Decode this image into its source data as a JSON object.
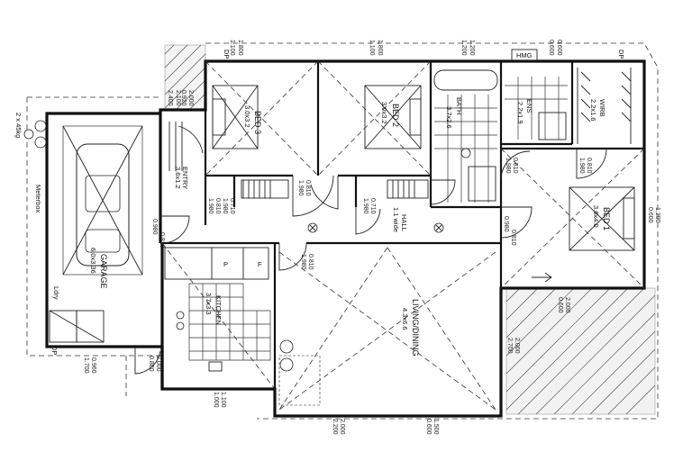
{
  "rooms": {
    "bed3": {
      "name": "BED 3",
      "size": "3.0x3.2"
    },
    "bed2": {
      "name": "BED 2",
      "size": "3.0x3.2"
    },
    "bath": {
      "name": "BATH",
      "size": "3.7x2.6"
    },
    "ens": {
      "name": "ENS",
      "size": "2.2x1.9"
    },
    "wirb": {
      "name": "WIRB",
      "size": "2.2x1.6"
    },
    "bed1": {
      "name": "BED 1",
      "size": "3.6x4.0"
    },
    "entry": {
      "name": "ENTRY",
      "size": "3.6x1.2"
    },
    "hall": {
      "name": "HALL",
      "size": "1.1 wide"
    },
    "garage": {
      "name": "GARAGE",
      "size": "6.0x3.36"
    },
    "kitchen": {
      "name": "KITCHEN",
      "size": "3.7x3.3"
    },
    "living": {
      "name": "LIVING/DINING",
      "size": "4.3x6.6"
    }
  },
  "fixtures": {
    "meterbox": "Meterbox",
    "gas": "2 x 45kg",
    "hmg": "HMG",
    "dp_tl": "DP",
    "dp_tr": "DP",
    "dp_bl": "DP",
    "ldry": "Ldry",
    "pantry": "P",
    "fridge": "F"
  },
  "dims": {
    "top": [
      "1.100",
      "1.800",
      "1.100",
      "1.800",
      "1.200",
      "1.200",
      "0.600",
      "0.600"
    ],
    "d_bed3_door": [
      "0.810",
      "1.980"
    ],
    "d_bed2_door": [
      "0.810",
      "1.980"
    ],
    "d_linen": [
      "0.710",
      "1.980"
    ],
    "d_bath": [
      "0.710",
      "1.980"
    ],
    "d_ens": [
      "0.810",
      "1.980"
    ],
    "d_wirb": [
      "0.810",
      "1.980"
    ],
    "d_entry_w": [
      "2.100",
      "2.400"
    ],
    "d_entry_w2": [
      "2.000",
      "0.920"
    ],
    "d_garage_door": [
      "0.980",
      "0.810"
    ],
    "d_hall_right": [
      "0.980",
      "0.810"
    ],
    "d_living_door": [
      "0.810",
      "1.980"
    ],
    "d_bed1_win": [
      "1.200",
      "0.600"
    ],
    "d_right_lower": [
      "2.000",
      "0.600"
    ],
    "d_right_lower2": [
      "2.000",
      "2.700"
    ],
    "d_bottom_left": [
      "0.960",
      "1.700"
    ],
    "d_bottom_entry": [
      "2.000",
      "0.880"
    ],
    "d_bottom_kitchen": [
      "1.100",
      "1.000"
    ],
    "d_bottom_living": [
      "2.000",
      "2.200"
    ],
    "d_bottom_right": [
      "1.500",
      "0.600"
    ]
  }
}
